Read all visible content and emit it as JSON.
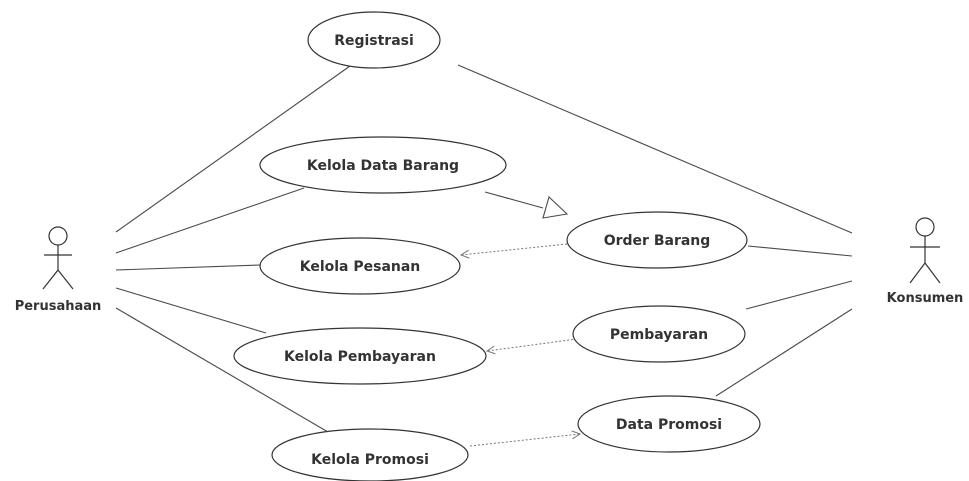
{
  "actors": {
    "left": {
      "label": "Perusahaan"
    },
    "right": {
      "label": "Konsumen"
    }
  },
  "use_cases": {
    "registrasi": "Registrasi",
    "kelola_data_barang": "Kelola Data Barang",
    "order_barang": "Order Barang",
    "kelola_pesanan": "Kelola Pesanan",
    "pembayaran": "Pembayaran",
    "kelola_pembayaran": "Kelola Pembayaran",
    "data_promosi": "Data Promosi",
    "kelola_promosi": "Kelola Promosi"
  },
  "colors": {
    "line": "#4a4a4a",
    "dashed": "#777777",
    "text": "#333333",
    "background": "#ffffff"
  }
}
